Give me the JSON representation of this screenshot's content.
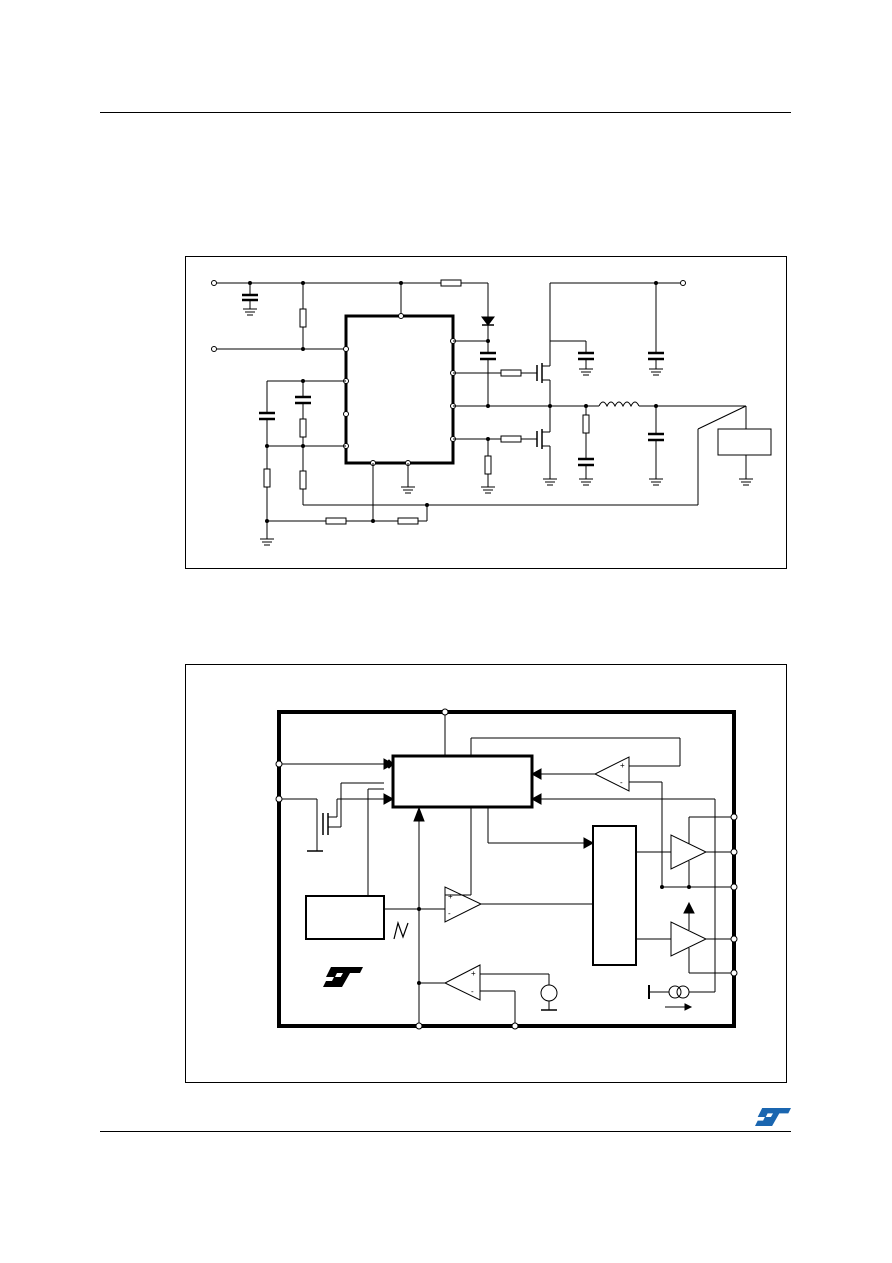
{
  "page": {
    "figures": [
      {
        "id": "application-schematic"
      },
      {
        "id": "block-diagram"
      }
    ],
    "footer": {
      "logo": "ST",
      "logo_color": "#1a66b0"
    }
  }
}
